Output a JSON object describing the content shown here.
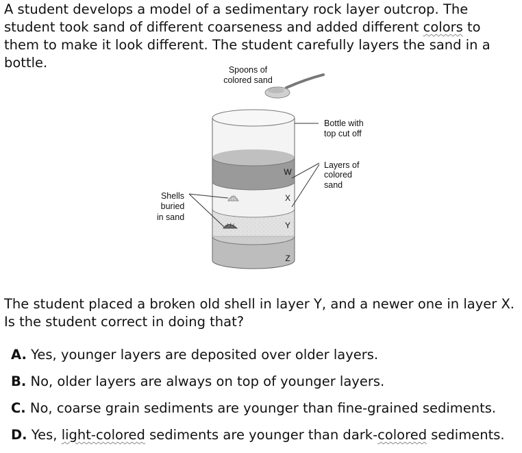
{
  "intro": {
    "part1": "A student develops a model of a sedimentary rock layer outcrop. The student took sand of different coarseness and added different ",
    "word_colors": "colors",
    "part2": " to them to make it look different. The student carefully layers the sand in a bottle."
  },
  "figure": {
    "spoons_label_line1": "Spoons of",
    "spoons_label_line2": "colored sand",
    "bottle_label_line1": "Bottle with",
    "bottle_label_line2": "top cut off",
    "layers_label_line1": "Layers of",
    "layers_label_line2": "colored",
    "layers_label_line3": "sand",
    "shells_label_line1": "Shells",
    "shells_label_line2": "buried",
    "shells_label_line3": "in sand",
    "layer_w": "W",
    "layer_x": "X",
    "layer_y": "Y",
    "layer_z": "Z",
    "colors": {
      "layer_w": "#9a9a9a",
      "layer_x": "#f2f2f2",
      "layer_y": "#d6d6d6",
      "layer_z": "#bdbdbd",
      "bottle_top": "#ececec",
      "sand_top": "#7e7e7e"
    }
  },
  "question": "The student placed a broken old shell in layer Y, and a newer one in layer X. Is the student correct in doing that?",
  "options": [
    {
      "letter": "A.",
      "pre": " Yes, younger layers are deposited over older layers.",
      "squiggle1": "",
      "mid": "",
      "squiggle2": "",
      "post": ""
    },
    {
      "letter": "B.",
      "pre": " No, older layers are always on top of younger layers.",
      "squiggle1": "",
      "mid": "",
      "squiggle2": "",
      "post": ""
    },
    {
      "letter": "C.",
      "pre": " No, coarse grain sediments are younger than fine-grained sediments.",
      "squiggle1": "",
      "mid": "",
      "squiggle2": "",
      "post": ""
    },
    {
      "letter": "D.",
      "pre": " Yes, ",
      "squiggle1": "light-colored",
      "mid": " sediments are younger than dark-",
      "squiggle2": "colored",
      "post": " sediments."
    }
  ]
}
